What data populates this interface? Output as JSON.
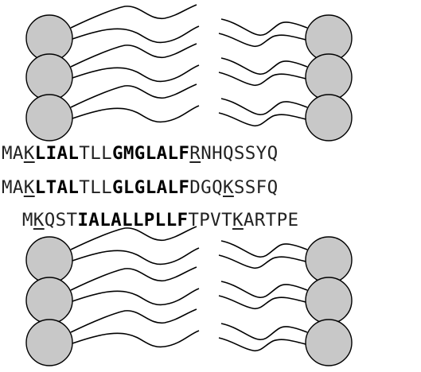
{
  "colors": {
    "lipid_head_fill": "#c8c8c8",
    "outline": "#000000",
    "sequence_text": "#222222"
  },
  "membrane": {
    "upper_leaflet": {
      "left_lipid_count": 3,
      "right_lipid_count": 3
    },
    "lower_leaflet": {
      "left_lipid_count": 3,
      "right_lipid_count": 3
    }
  },
  "sequences": [
    {
      "segments": [
        {
          "text": "MA",
          "bold": false,
          "underline": false
        },
        {
          "text": "K",
          "bold": false,
          "underline": true
        },
        {
          "text": "LIAL",
          "bold": true,
          "underline": false
        },
        {
          "text": "TLL",
          "bold": false,
          "underline": false
        },
        {
          "text": "GMGLALF",
          "bold": true,
          "underline": false
        },
        {
          "text": "R",
          "bold": false,
          "underline": true
        },
        {
          "text": "NHQSSYQ",
          "bold": false,
          "underline": false
        }
      ]
    },
    {
      "segments": [
        {
          "text": "MA",
          "bold": false,
          "underline": false
        },
        {
          "text": "K",
          "bold": false,
          "underline": true
        },
        {
          "text": "LTAL",
          "bold": true,
          "underline": false
        },
        {
          "text": "TLL",
          "bold": false,
          "underline": false
        },
        {
          "text": "GLGLALF",
          "bold": true,
          "underline": false
        },
        {
          "text": "DGQ",
          "bold": false,
          "underline": false
        },
        {
          "text": "K",
          "bold": false,
          "underline": true
        },
        {
          "text": "SSFQ",
          "bold": false,
          "underline": false
        }
      ]
    },
    {
      "segments": [
        {
          "text": " M",
          "bold": false,
          "underline": false
        },
        {
          "text": "K",
          "bold": false,
          "underline": true
        },
        {
          "text": "QST",
          "bold": false,
          "underline": false
        },
        {
          "text": "IALALLPLLF",
          "bold": true,
          "underline": false
        },
        {
          "text": "TPVT",
          "bold": false,
          "underline": false
        },
        {
          "text": "K",
          "bold": false,
          "underline": true
        },
        {
          "text": "ARTPE",
          "bold": false,
          "underline": false
        }
      ]
    }
  ]
}
